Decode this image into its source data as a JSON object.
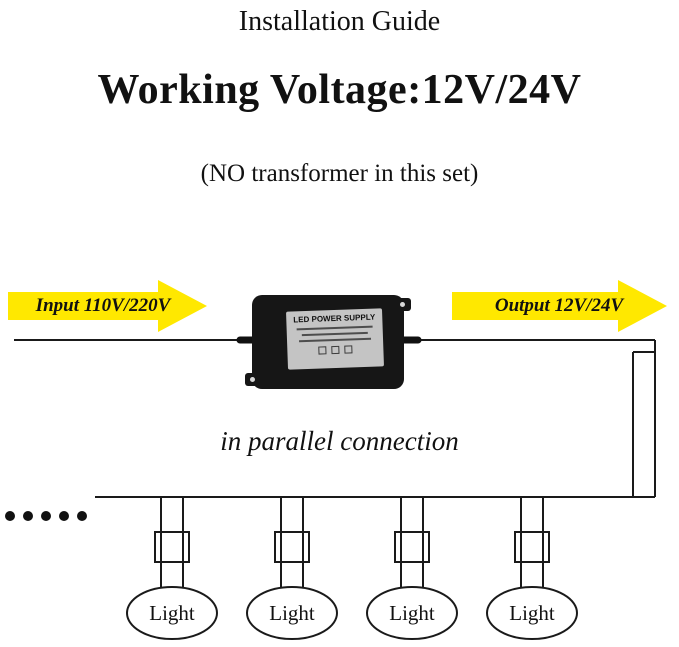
{
  "header": {
    "title": "Installation Guide",
    "working_voltage": "Working Voltage:12V/24V",
    "note": "(NO transformer in this set)"
  },
  "flow": {
    "input_label": "Input 110V/220V",
    "output_label": "Output 12V/24V",
    "arrow_color": "#FFE800"
  },
  "power_supply": {
    "label": "LED POWER SUPPLY"
  },
  "wiring": {
    "connection_label": "in parallel connection",
    "lights": [
      {
        "label": "Light"
      },
      {
        "label": "Light"
      },
      {
        "label": "Light"
      },
      {
        "label": "Light"
      }
    ]
  },
  "colors": {
    "background": "#ffffff",
    "wire": "#1a1a1a",
    "arrow_yellow": "#FFE800",
    "psu_body": "#161616",
    "psu_label_grey": "#c4c4c4",
    "text": "#111111"
  }
}
